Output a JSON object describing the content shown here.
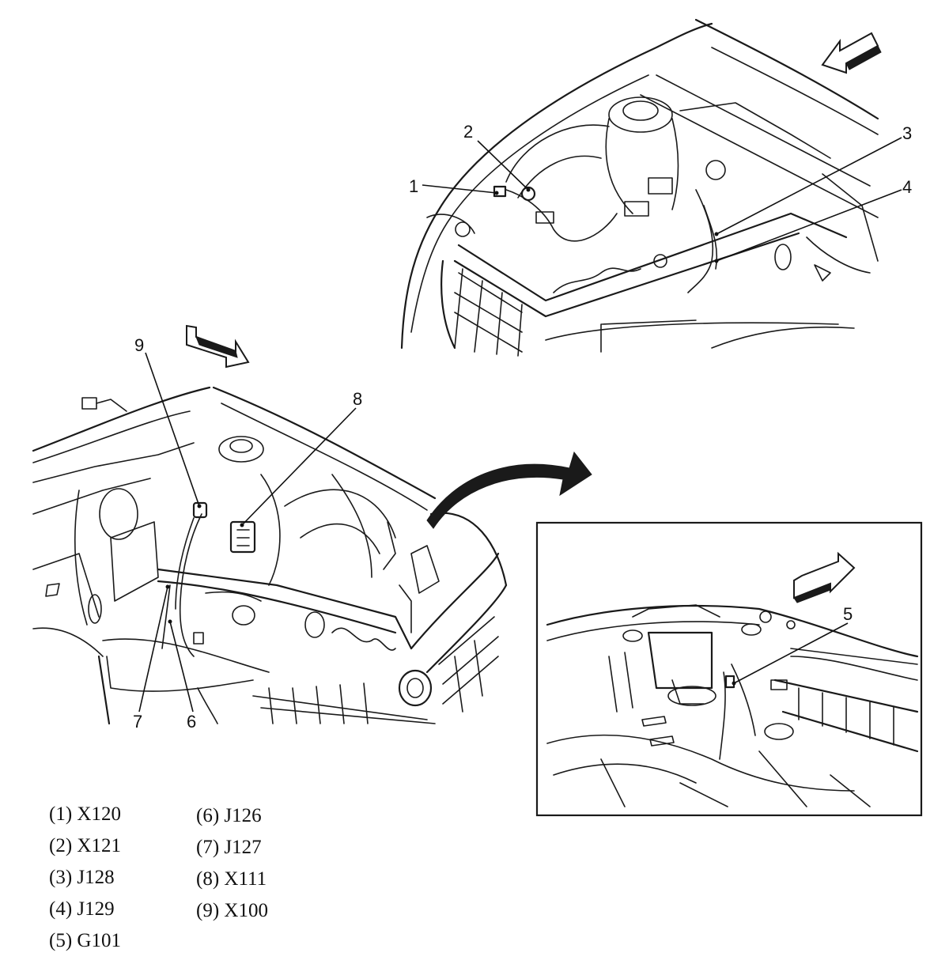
{
  "callouts": [
    {
      "id": "1",
      "label": "1"
    },
    {
      "id": "2",
      "label": "2"
    },
    {
      "id": "3",
      "label": "3"
    },
    {
      "id": "4",
      "label": "4"
    },
    {
      "id": "5",
      "label": "5"
    },
    {
      "id": "6",
      "label": "6"
    },
    {
      "id": "7",
      "label": "7"
    },
    {
      "id": "8",
      "label": "8"
    },
    {
      "id": "9",
      "label": "9"
    }
  ],
  "legend": {
    "left": [
      "(1) X120",
      "(2) X121",
      "(3) J128",
      "(4) J129",
      "(5) G101"
    ],
    "right": [
      "(6) J126",
      "(7) J127",
      "(8) X111",
      "(9) X100"
    ]
  },
  "icons": [
    "direction-arrow-icon",
    "flow-arrow-icon"
  ],
  "colors": {
    "line": "#1a1a1a",
    "background": "#ffffff"
  }
}
